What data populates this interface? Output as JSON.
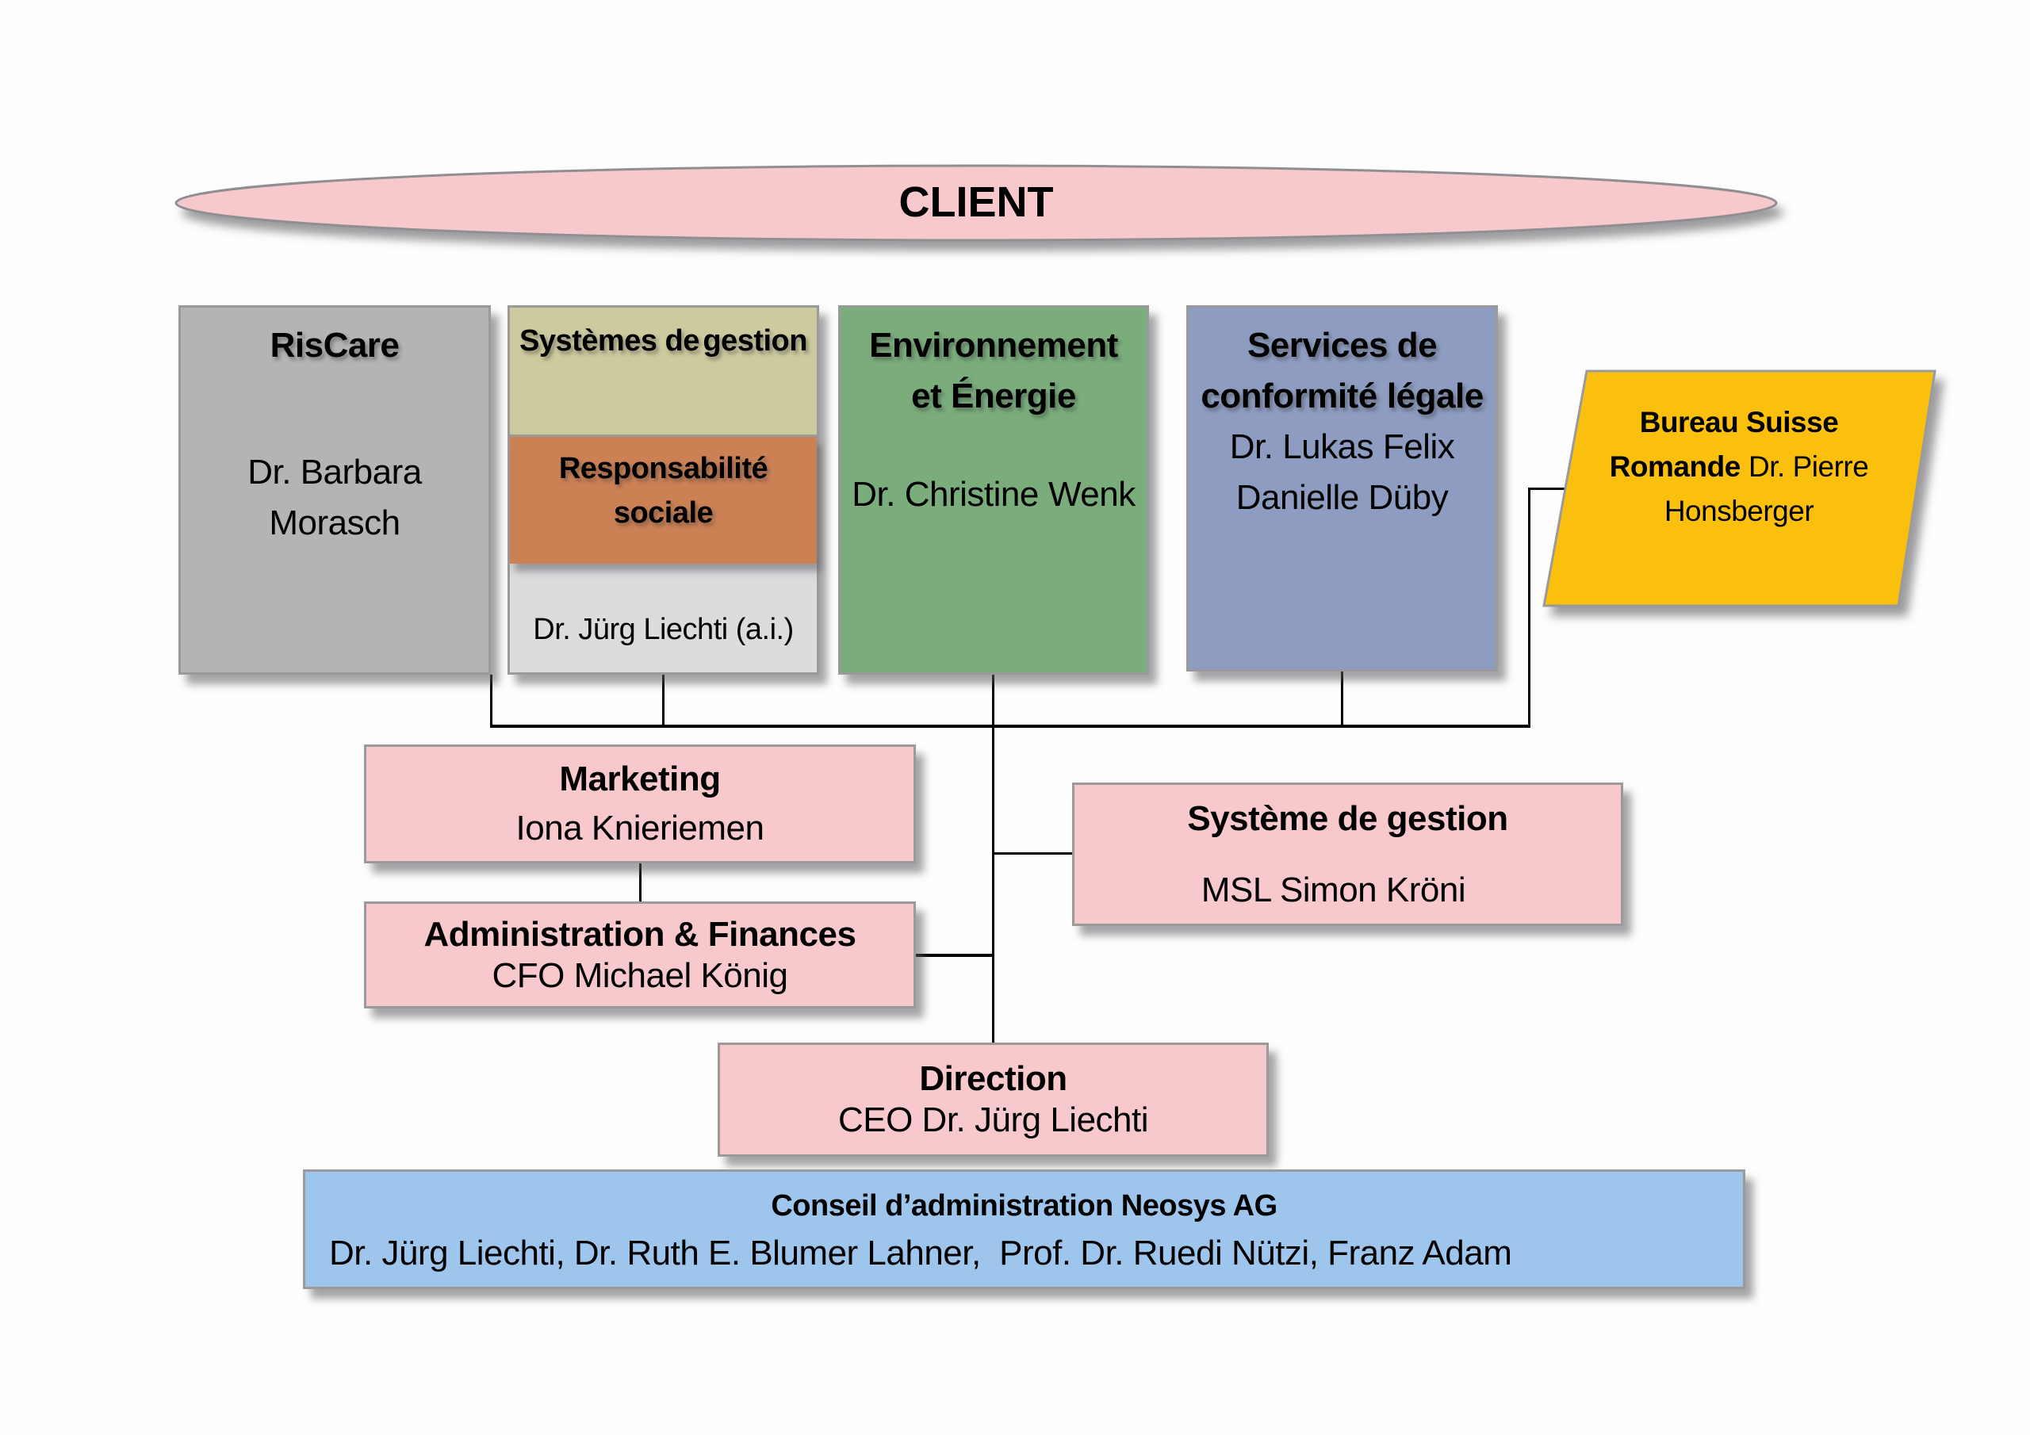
{
  "colors": {
    "client": "#f8c9cc",
    "riscare": "#b4b4b6",
    "systemes": "#cdca9f",
    "responsabilite": "#cc8155",
    "liechti_ai": "#dcdcde",
    "environnement": "#7aac7c",
    "services": "#8d9cc0",
    "bureau": "#fbc00f",
    "pink_unit": "#f8c9cc",
    "conseil": "#9ec6ec"
  },
  "client": {
    "label": "CLIENT"
  },
  "top_units": {
    "riscare": {
      "title": "RisCare",
      "person_lines": [
        "Dr. Barbara",
        "Morasch"
      ]
    },
    "systemes": {
      "title_lines": [
        "Systèmes de",
        "gestion"
      ],
      "sub_title_lines": [
        "Responsabilité",
        "sociale"
      ],
      "person": "Dr. Jürg Liechti (a.i.)"
    },
    "environnement": {
      "title_lines": [
        "Environnement",
        "et Énergie"
      ],
      "person_lines": [
        "Dr. Christine",
        "Wenk"
      ]
    },
    "services": {
      "title_lines": [
        "Services de",
        "conformité",
        "légale"
      ],
      "person_lines": [
        "Dr. Lukas Felix",
        "Danielle Düby"
      ]
    },
    "bureau": {
      "title_lines": [
        "Bureau Suisse",
        "Romande"
      ],
      "person_lines": [
        "Dr. Pierre",
        "Honsberger"
      ]
    }
  },
  "staff_units": {
    "marketing": {
      "title": "Marketing",
      "person": "Iona Knieriemen"
    },
    "administration": {
      "title": "Administration & Finances",
      "person": "CFO Michael König"
    },
    "systeme_gestion": {
      "title": "Système de gestion",
      "person": "MSL Simon Kröni"
    }
  },
  "direction": {
    "title": "Direction",
    "person": "CEO Dr. Jürg Liechti"
  },
  "conseil": {
    "title": "Conseil d’administration Neosys AG",
    "members": "Dr. Jürg Liechti, Dr. Ruth E. Blumer Lahner,  Prof. Dr. Ruedi Nützi, Franz Adam"
  }
}
